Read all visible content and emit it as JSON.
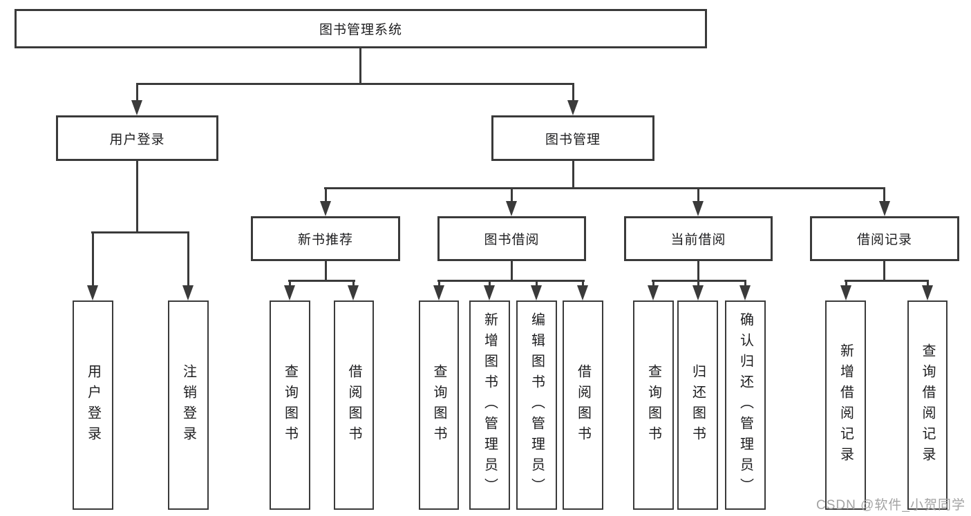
{
  "diagram": {
    "title": "图书管理系统",
    "level2": {
      "user_login": "用户登录",
      "book_management": "图书管理"
    },
    "level3": {
      "new_book_recommend": "新书推荐",
      "book_borrow": "图书借阅",
      "current_borrow": "当前借阅",
      "borrow_records": "借阅记录"
    },
    "leaves": {
      "user_login": [
        "用户登录",
        "注销登录"
      ],
      "new_book_recommend": [
        "查询图书",
        "借阅图书"
      ],
      "book_borrow": [
        "查询图书",
        "新增图书（管理员）",
        "编辑图书（管理员）",
        "借阅图书"
      ],
      "current_borrow": [
        "查询图书",
        "归还图书",
        "确认归还（管理员）"
      ],
      "borrow_records": [
        "新增借阅记录",
        "查询借阅记录"
      ]
    },
    "watermark": "CSDN @软件_小贺同学",
    "colors": {
      "line": "#3a3a3a",
      "text": "#1d1d1f",
      "watermark": "#a3a3a3",
      "background": "#ffffff"
    }
  }
}
